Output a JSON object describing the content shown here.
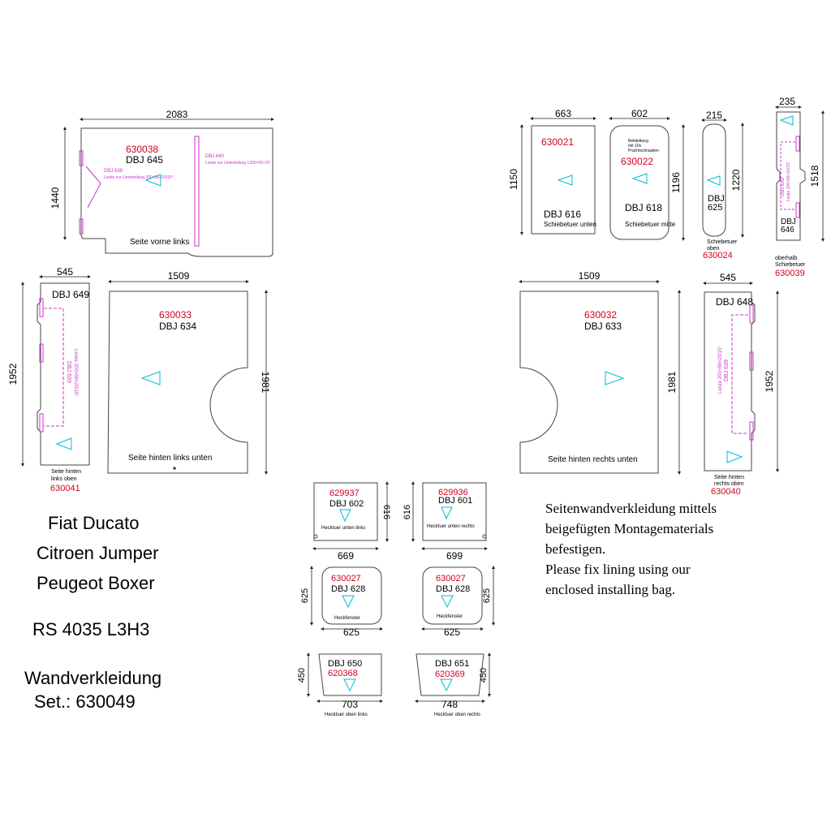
{
  "colors": {
    "outline": "#444444",
    "dim": "#222222",
    "part_number": "#d0021b",
    "batten": "#cc33cc",
    "arrow": "#00bcd4"
  },
  "vehicle": {
    "line1": "Fiat Ducato",
    "line2": "Citroen Jumper",
    "line3": "Peugeot Boxer",
    "model": "RS 4035 L3H3",
    "title": "Wandverkleidung",
    "set": "Set.: 630049"
  },
  "note": {
    "line1": "Seitenwandverkleidung mittels",
    "line2": "beigefügten Montagematerials",
    "line3": "befestigen.",
    "line4": "Please fix lining using our",
    "line5": "enclosed installing bag."
  },
  "panels": {
    "p630038": {
      "pn": "630038",
      "dbj": "DBJ  645",
      "caption": "Seite vorne links",
      "w": "2083",
      "h": "1440",
      "batten1": "DBJ 639",
      "batten1_note": "Leiste zur Unterteilung 200×56×20/15°",
      "batten2": "DBJ 640",
      "batten2_note": "Leiste zur Unterteilung 1200×56×20"
    },
    "p630021": {
      "pn": "630021",
      "dbj": "DBJ  616",
      "caption": "Schiebetuer  unten",
      "w": "663",
      "h": "1150"
    },
    "p630022": {
      "pn": "630022",
      "dbj": "DBJ  618",
      "caption": "Schiebetuer  mitte",
      "w": "602",
      "h": "1196",
      "note1": "Bekleidung",
      "note2": "mit 10x",
      "note3": "Prachtschrauben"
    },
    "p630024": {
      "pn": "630024",
      "dbj": "DBJ",
      "dbj2": "625",
      "caption1": "Schiebetuer",
      "caption2": "oben",
      "w": "215",
      "h": "1220"
    },
    "p630039": {
      "pn": "630039",
      "dbj": "DBJ",
      "dbj2": "646",
      "caption1": "oberhalb",
      "caption2": "Schiebetuer",
      "w": "235",
      "h": "1518",
      "batten": "DBJ 639",
      "batten_note": "Leiste 200×56×20/15°"
    },
    "p630041": {
      "pn": "630041",
      "dbj": "DBJ  649",
      "caption1": "Seite  hinten",
      "caption2": "links  oben",
      "w": "545",
      "h": "1952",
      "batten": "DBJ 639",
      "batten_note": "Leiste 200×56×20/15°"
    },
    "p630033": {
      "pn": "630033",
      "dbj": "DBJ  634",
      "caption": "Seite  hinten  links  unten",
      "w": "1509",
      "h": "1981"
    },
    "p630032": {
      "pn": "630032",
      "dbj": "DBJ  633",
      "caption": "Seite  hinten  rechts  unten",
      "w": "1509",
      "h": "1981"
    },
    "p630040": {
      "pn": "630040",
      "dbj": "DBJ  648",
      "caption1": "Seite  hinten",
      "caption2": "rechts  oben",
      "w": "545",
      "h": "1952",
      "batten": "DBJ 639",
      "batten_note": "Leiste 200×56×20/15°"
    },
    "p629937": {
      "pn": "629937",
      "dbj": "DBJ  602",
      "caption": "Hecktuer  unten  links",
      "w": "669",
      "h": "616"
    },
    "p629936": {
      "pn": "629936",
      "dbj": "DBJ  601",
      "caption": "Hecktuer  unten  rechts",
      "w": "699",
      "h": "616"
    },
    "p630027a": {
      "pn": "630027",
      "dbj": "DBJ  628",
      "caption": "Heckfenster",
      "w": "625",
      "h": "625"
    },
    "p630027b": {
      "pn": "630027",
      "dbj": "DBJ  628",
      "caption": "Heckfenster",
      "w": "625",
      "h": "625"
    },
    "p620368": {
      "pn": "620368",
      "dbj": "DBJ  650",
      "caption": "Hecktuer  oben  links",
      "w": "703",
      "h": "450"
    },
    "p620369": {
      "pn": "620369",
      "dbj": "DBJ  651",
      "caption": "Hecktuer  oben  rechts",
      "w": "748",
      "h": "450"
    }
  }
}
